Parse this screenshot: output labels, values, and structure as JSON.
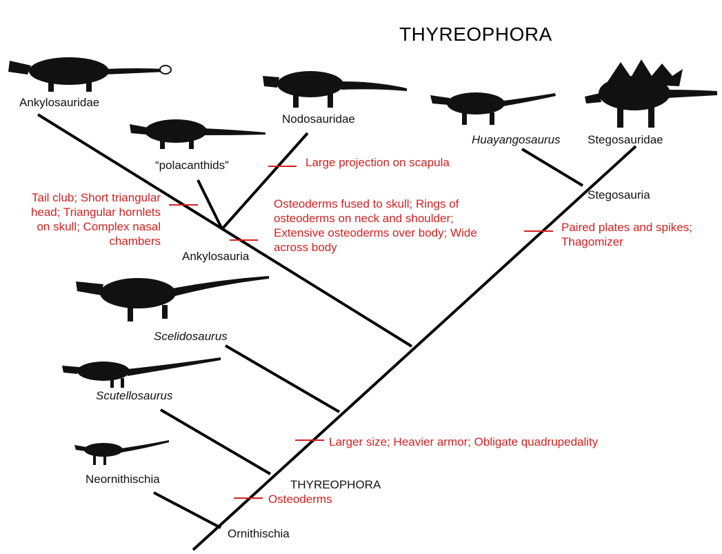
{
  "title": "THYREOPHORA",
  "taxa": {
    "ankylosauridae": "Ankylosauridae",
    "polacanthids": "“polacanthids”",
    "nodosauridae": "Nodosauridae",
    "huayangosaurus": "Huayangosaurus",
    "stegosauridae": "Stegosauridae",
    "stegosauria": "Stegosauria",
    "ankylosauria": "Ankylosauria",
    "scelidosaurus": "Scelidosaurus",
    "scutellosaurus": "Scutellosaurus",
    "neornithischia": "Neornithischia",
    "thyreophora_node": "THYREOPHORA",
    "ornithischia": "Ornithischia"
  },
  "traits": {
    "scapula": "Large projection on scapula",
    "ankylosaurid": [
      "Tail club; Short triangular",
      "head; Triangular hornlets",
      "on skull; Complex nasal",
      "chambers"
    ],
    "ankylosaurian": [
      "Osteoderms fused to skull; Rings of",
      "osteoderms on neck and shoulder;",
      "Extensive osteoderms over body; Wide",
      "across body"
    ],
    "stegosaurian": [
      "Paired plates and spikes;",
      "Thagomizer"
    ],
    "larger": "Larger size; Heavier armor; Obligate quadrupedality",
    "osteoderms": "Osteoderms"
  },
  "colors": {
    "trait_text": "#d61f1f",
    "branch": "#000000",
    "silhouette": "#111111"
  }
}
